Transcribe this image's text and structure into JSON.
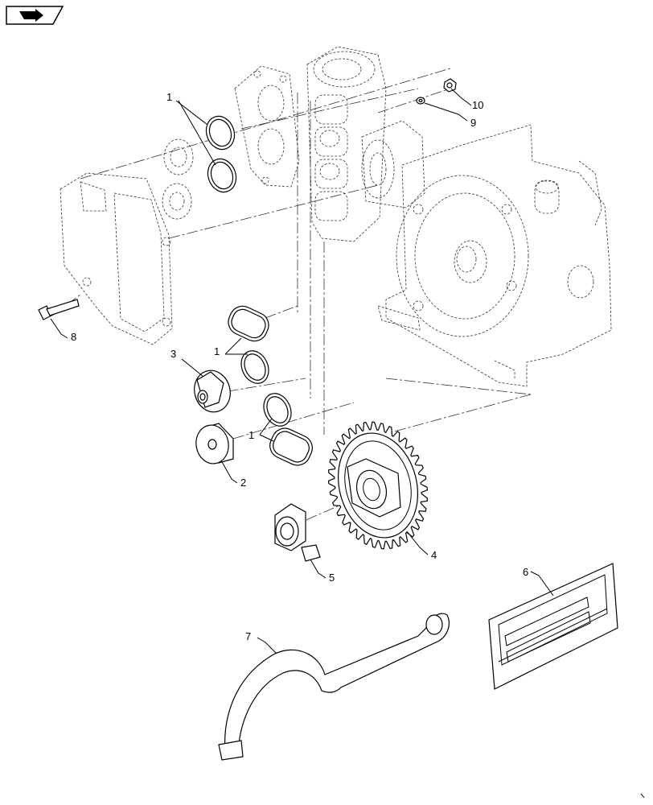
{
  "icons": {
    "nav_icon": "navigation-arrow-icon"
  },
  "callouts": [
    {
      "id": "1a",
      "text": "1"
    },
    {
      "id": "1b",
      "text": "1"
    },
    {
      "id": "1c",
      "text": "1"
    },
    {
      "id": "2",
      "text": "2"
    },
    {
      "id": "3",
      "text": "3"
    },
    {
      "id": "4",
      "text": "4"
    },
    {
      "id": "5",
      "text": "5"
    },
    {
      "id": "6",
      "text": "6"
    },
    {
      "id": "7",
      "text": "7"
    },
    {
      "id": "8",
      "text": "8"
    },
    {
      "id": "9",
      "text": "9"
    },
    {
      "id": "10",
      "text": "10"
    }
  ]
}
